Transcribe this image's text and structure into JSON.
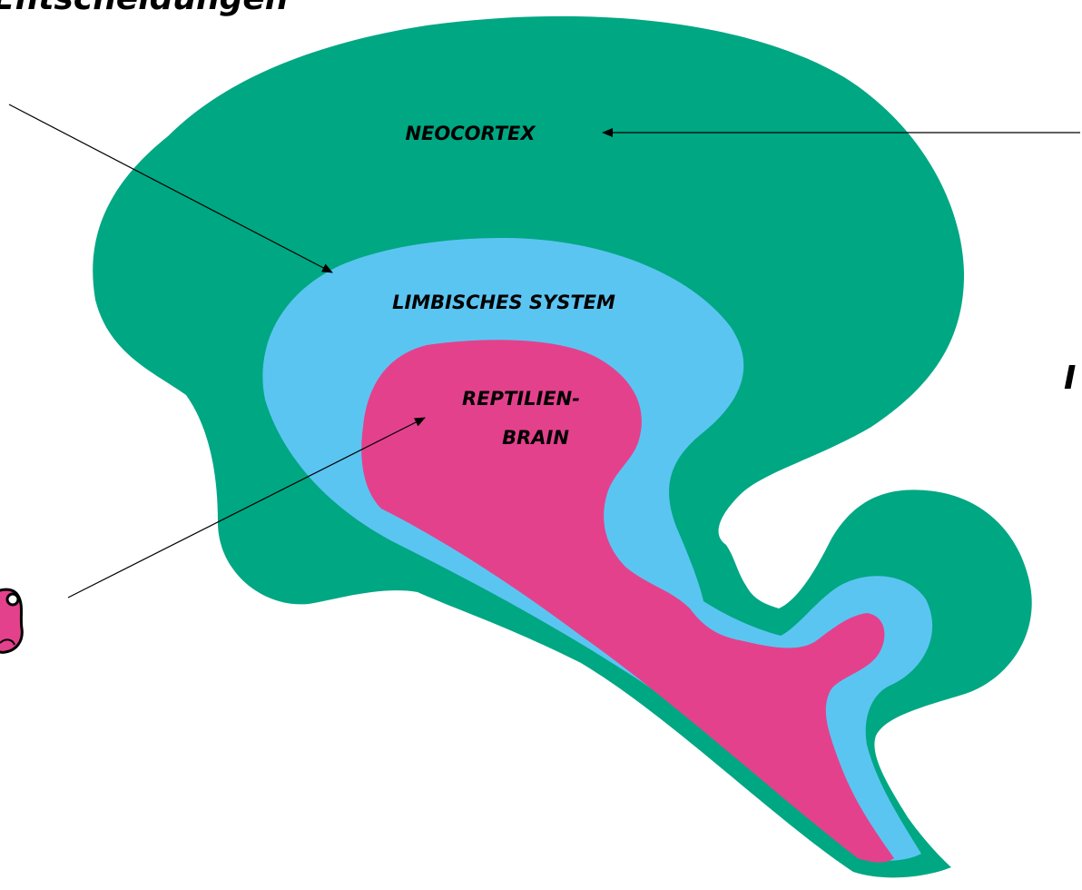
{
  "heading_fragment": "Entscheidungen",
  "labels": {
    "neocortex": "NEOCORTEX",
    "limbic": "LIMBISCHES SYSTEM",
    "reptile_line1": "REPTILIEN-",
    "reptile_line2": "BRAIN"
  },
  "right_fragment": "I",
  "colors": {
    "neocortex": "#00A783",
    "limbic": "#5BC5F2",
    "reptile": "#E4418D",
    "line": "#000000"
  },
  "icons": {
    "left_edge": "pink-figure-icon"
  }
}
